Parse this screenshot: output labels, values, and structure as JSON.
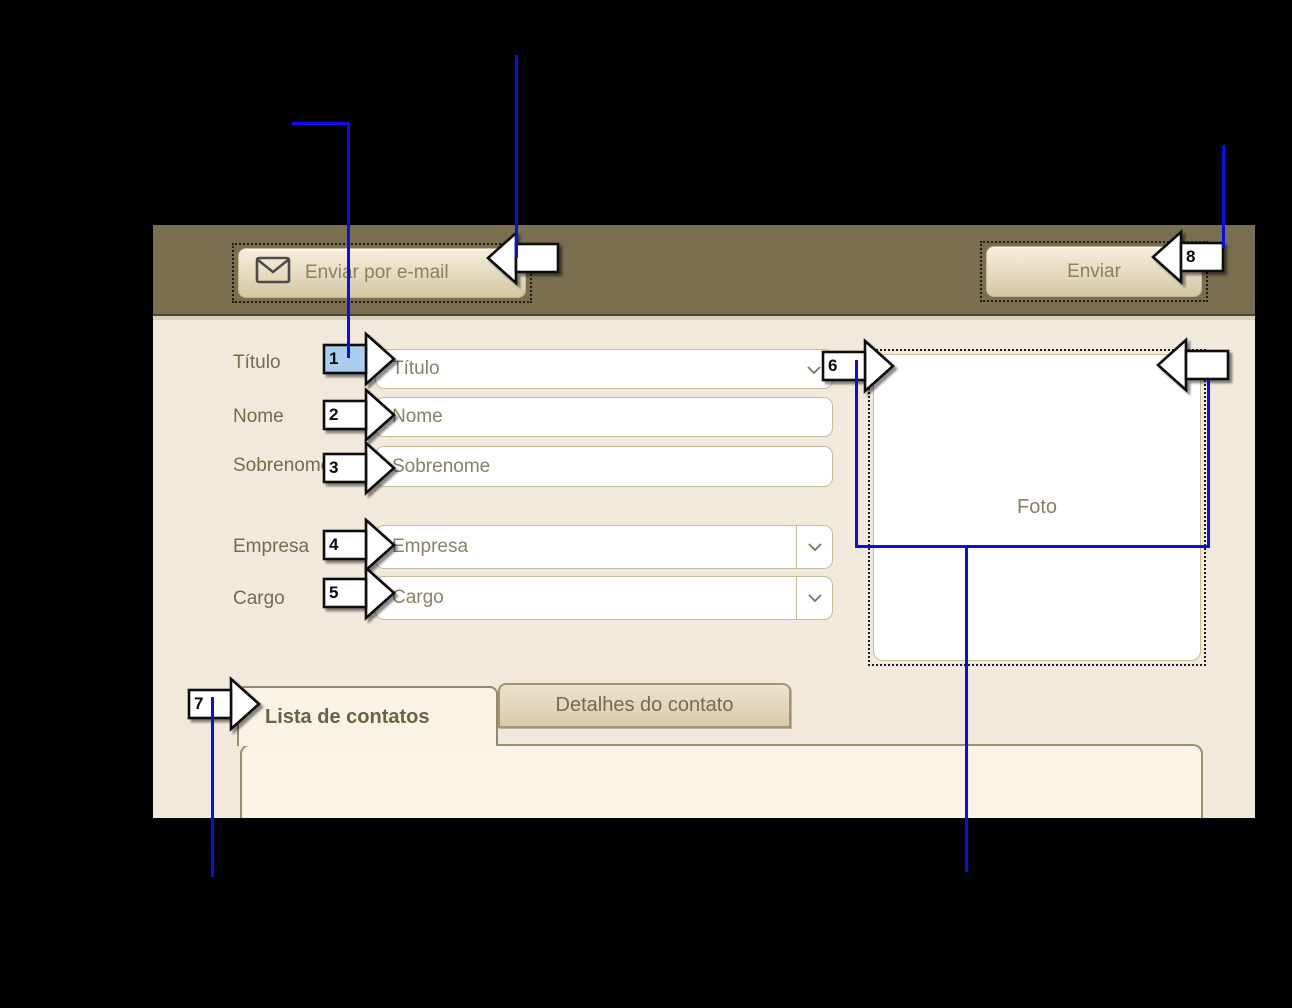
{
  "toolbar": {
    "email_button_label": "Enviar por e-mail",
    "send_button_label": "Enviar"
  },
  "form": {
    "fields": [
      {
        "label": "Título",
        "placeholder": "Título",
        "type": "combo"
      },
      {
        "label": "Nome",
        "placeholder": "Nome",
        "type": "text"
      },
      {
        "label": "Sobrenome",
        "placeholder": "Sobrenome",
        "type": "text"
      },
      {
        "label": "Empresa",
        "placeholder": "Empresa",
        "type": "combo"
      },
      {
        "label": "Cargo",
        "placeholder": "Cargo",
        "type": "combo"
      }
    ],
    "photo_placeholder": "Foto"
  },
  "tabs": {
    "contact_list_label": "Lista de contatos",
    "contact_details_label": "Detalhes do contato",
    "active_tab": "Lista de contatos"
  },
  "annotations": {
    "n1": "1",
    "n2": "2",
    "n3": "3",
    "n4": "4",
    "n5": "5",
    "n6": "6",
    "n7": "7",
    "n8": "8"
  },
  "colors": {
    "toolbar_olive": "#796f4f",
    "window_bg": "#f1e9db",
    "panel_bg": "#faf4e7",
    "button_face": "#e4dabe",
    "muted_text": "#8a8164",
    "label_text": "#756b4e",
    "annotation_blue": "#0b0beb",
    "arrow1_highlight": "#abceef"
  }
}
